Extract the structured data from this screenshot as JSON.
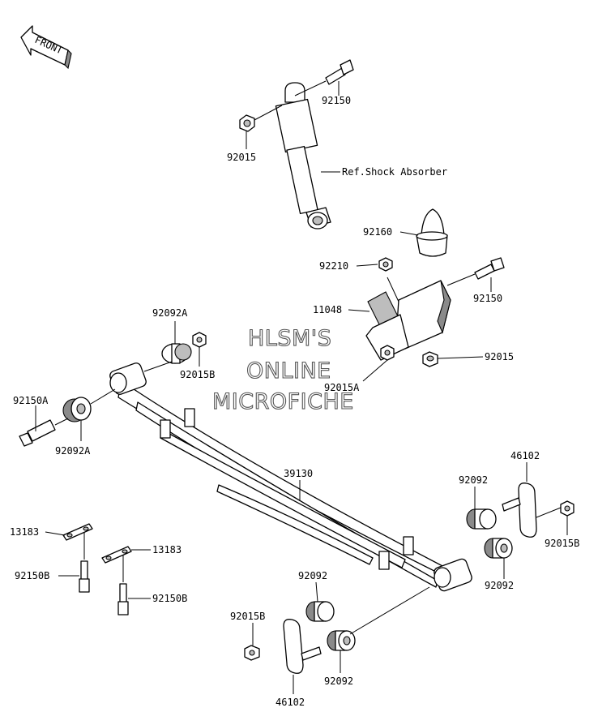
{
  "front_arrow": {
    "text": "FRONT"
  },
  "watermark": {
    "line1": "HLSM'S",
    "line2": "ONLINE",
    "line3": "MICROFICHE"
  },
  "labels": {
    "l_92150_top": "92150",
    "l_92015_top": "92015",
    "l_ref_shock": "Ref.Shock Absorber",
    "l_92160": "92160",
    "l_92210": "92210",
    "l_92150_mid": "92150",
    "l_11048": "11048",
    "l_92015_mid": "92015",
    "l_92015a": "92015A",
    "l_92092a_top": "92092A",
    "l_92015b_top": "92015B",
    "l_92150a": "92150A",
    "l_92092a_low": "92092A",
    "l_39130": "39130",
    "l_46102_right": "46102",
    "l_92092_right": "92092",
    "l_92015b_right": "92015B",
    "l_92092_right_low": "92092",
    "l_13183_left": "13183",
    "l_13183_mid": "13183",
    "l_92150b_left": "92150B",
    "l_92150b_mid": "92150B",
    "l_92092_bottom_top": "92092",
    "l_92015b_bottom": "92015B",
    "l_92092_bottom": "92092",
    "l_46102_bottom": "46102"
  }
}
